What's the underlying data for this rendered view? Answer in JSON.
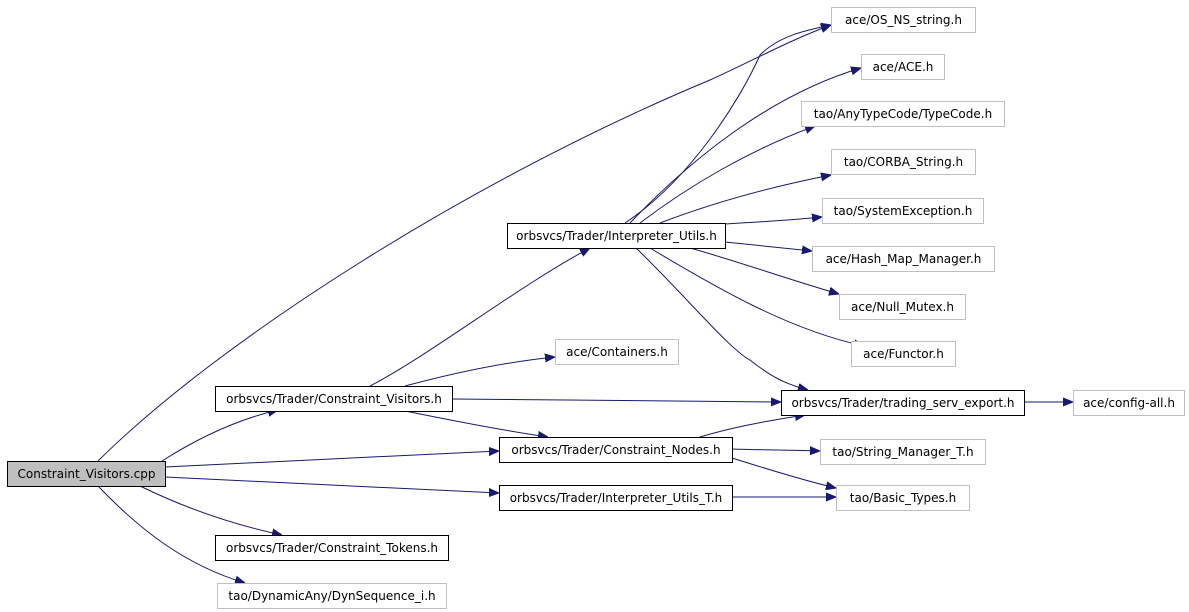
{
  "diagram": {
    "colors": {
      "edge": "#191970",
      "root_fill": "#bfbfbf",
      "root_border": "#000000",
      "internal_border": "#000000",
      "leaf_border": "#bfbfbf",
      "background": "#ffffff"
    },
    "nodes": [
      {
        "id": "root",
        "label": "Constraint_Visitors.cpp",
        "kind": "root"
      },
      {
        "id": "os_ns_string",
        "label": "ace/OS_NS_string.h",
        "kind": "leaf"
      },
      {
        "id": "ace_ace",
        "label": "ace/ACE.h",
        "kind": "leaf"
      },
      {
        "id": "typecode",
        "label": "tao/AnyTypeCode/TypeCode.h",
        "kind": "leaf"
      },
      {
        "id": "corba_string",
        "label": "tao/CORBA_String.h",
        "kind": "leaf"
      },
      {
        "id": "system_exception",
        "label": "tao/SystemException.h",
        "kind": "leaf"
      },
      {
        "id": "interp_utils",
        "label": "orbsvcs/Trader/Interpreter_Utils.h",
        "kind": "internal"
      },
      {
        "id": "hash_map",
        "label": "ace/Hash_Map_Manager.h",
        "kind": "leaf"
      },
      {
        "id": "null_mutex",
        "label": "ace/Null_Mutex.h",
        "kind": "leaf"
      },
      {
        "id": "functor",
        "label": "ace/Functor.h",
        "kind": "leaf"
      },
      {
        "id": "containers",
        "label": "ace/Containers.h",
        "kind": "leaf"
      },
      {
        "id": "constraint_visitors_h",
        "label": "orbsvcs/Trader/Constraint_Visitors.h",
        "kind": "internal"
      },
      {
        "id": "trading_export",
        "label": "orbsvcs/Trader/trading_serv_export.h",
        "kind": "internal"
      },
      {
        "id": "config_all",
        "label": "ace/config-all.h",
        "kind": "leaf"
      },
      {
        "id": "constraint_nodes",
        "label": "orbsvcs/Trader/Constraint_Nodes.h",
        "kind": "internal"
      },
      {
        "id": "string_manager",
        "label": "tao/String_Manager_T.h",
        "kind": "leaf"
      },
      {
        "id": "interp_utils_t",
        "label": "orbsvcs/Trader/Interpreter_Utils_T.h",
        "kind": "internal"
      },
      {
        "id": "basic_types",
        "label": "tao/Basic_Types.h",
        "kind": "leaf"
      },
      {
        "id": "constraint_tokens",
        "label": "orbsvcs/Trader/Constraint_Tokens.h",
        "kind": "internal"
      },
      {
        "id": "dynsequence",
        "label": "tao/DynamicAny/DynSequence_i.h",
        "kind": "leaf"
      }
    ],
    "edges": [
      {
        "from": "root",
        "to": "os_ns_string"
      },
      {
        "from": "root",
        "to": "constraint_visitors_h"
      },
      {
        "from": "root",
        "to": "constraint_nodes"
      },
      {
        "from": "root",
        "to": "interp_utils_t"
      },
      {
        "from": "root",
        "to": "constraint_tokens"
      },
      {
        "from": "root",
        "to": "dynsequence"
      },
      {
        "from": "constraint_visitors_h",
        "to": "interp_utils"
      },
      {
        "from": "constraint_visitors_h",
        "to": "containers"
      },
      {
        "from": "constraint_visitors_h",
        "to": "trading_export"
      },
      {
        "from": "constraint_visitors_h",
        "to": "constraint_nodes"
      },
      {
        "from": "interp_utils",
        "to": "os_ns_string"
      },
      {
        "from": "interp_utils",
        "to": "ace_ace"
      },
      {
        "from": "interp_utils",
        "to": "typecode"
      },
      {
        "from": "interp_utils",
        "to": "corba_string"
      },
      {
        "from": "interp_utils",
        "to": "system_exception"
      },
      {
        "from": "interp_utils",
        "to": "hash_map"
      },
      {
        "from": "interp_utils",
        "to": "null_mutex"
      },
      {
        "from": "interp_utils",
        "to": "functor"
      },
      {
        "from": "interp_utils",
        "to": "trading_export"
      },
      {
        "from": "trading_export",
        "to": "config_all"
      },
      {
        "from": "constraint_nodes",
        "to": "trading_export"
      },
      {
        "from": "constraint_nodes",
        "to": "string_manager"
      },
      {
        "from": "constraint_nodes",
        "to": "basic_types"
      },
      {
        "from": "interp_utils_t",
        "to": "basic_types"
      }
    ]
  }
}
